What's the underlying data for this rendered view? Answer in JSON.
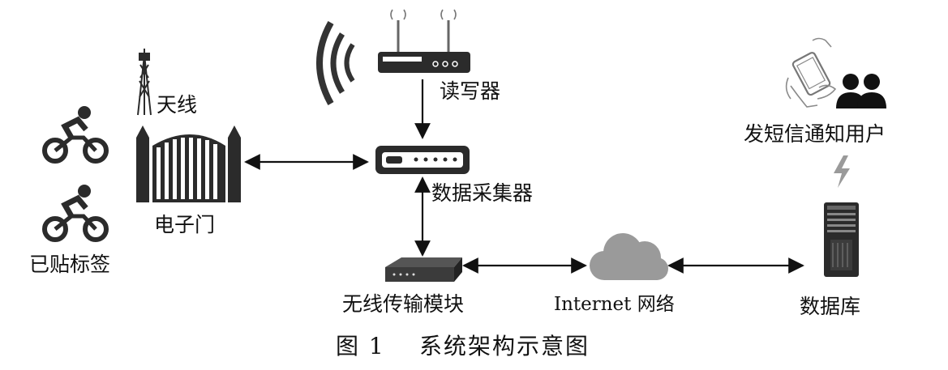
{
  "labels": {
    "antenna": "天线",
    "reader": "读写器",
    "gate": "电子门",
    "tagged": "已贴标签",
    "collector": "数据采集器",
    "wireless": "无线传输模块",
    "internet": "Internet 网络",
    "database": "数据库",
    "sms": "发短信通知用户"
  },
  "caption": {
    "number": "图 1",
    "title": "系统架构示意图"
  },
  "icons": [
    "bicycle-rider-icon",
    "antenna-tower-icon",
    "gate-icon",
    "router-icon",
    "signal-waves-icon",
    "data-collector-icon",
    "wireless-module-icon",
    "cloud-icon",
    "server-icon",
    "phone-hand-icon",
    "users-icon",
    "lightning-icon"
  ],
  "colors": {
    "icon_dark": "#2b2b2b",
    "icon_gray": "#9a9a9a",
    "line": "#111111"
  }
}
